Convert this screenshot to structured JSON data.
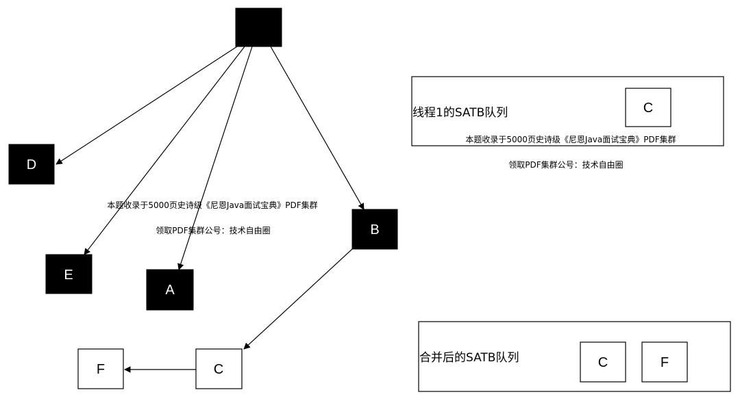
{
  "colors": {
    "black_node": "#000000",
    "white_node": "#ffffff",
    "stroke": "#000000",
    "text_on_black": "#ffffff",
    "text_on_white": "#000000"
  },
  "graph": {
    "root_label": "",
    "nodes": {
      "D": "D",
      "E": "E",
      "A": "A",
      "B": "B",
      "C": "C",
      "F": "F"
    },
    "note_line1": "本题收录于5000页史诗级《尼恩Java面试宝典》PDF集群",
    "note_line2": "领取PDF集群公号：技术自由圈"
  },
  "thread_queue": {
    "title": "线程1的SATB队列",
    "item": "C",
    "note_line1": "本题收录于5000页史诗级《尼恩Java面试宝典》PDF集群",
    "note_line2": "领取PDF集群公号：技术自由圈"
  },
  "merged_queue": {
    "title": "合并后的SATB队列",
    "items": [
      "C",
      "F"
    ]
  }
}
